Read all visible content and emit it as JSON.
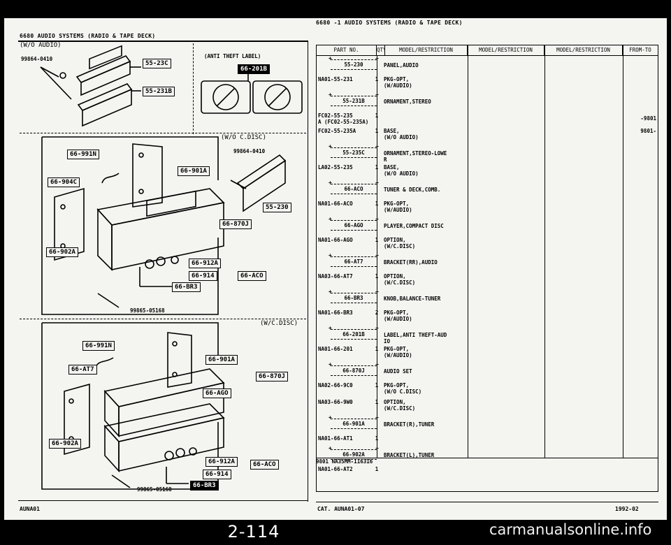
{
  "header": {
    "left_title": "6680    AUDIO SYSTEMS (RADIO & TAPE DECK)",
    "right_title": "6680 -1   AUDIO SYSTEMS (RADIO & TAPE DECK)"
  },
  "diagram": {
    "section_wo_audio": "(W/O AUDIO)",
    "section_anti_theft": "(ANTI THEFT LABEL)",
    "section_wo_cdisc": "(W/O C.DISC)",
    "section_w_cdisc": "(W/C.DISC)",
    "screw_a": "99864-0410",
    "screw_b": "99864-0410",
    "bolt_a": "99865-05168",
    "bolt_b": "99865-05168",
    "callouts": {
      "c55_23c": "55-23C",
      "c55_23b": "55-231B",
      "c66_201b": "66-201B",
      "c66_991n": "66-991N",
      "c66_904c": "66-904C",
      "c66_902a": "66-902A",
      "c66_901a": "66-901A",
      "c55_230": "55-230",
      "c66_870j": "66-870J",
      "c66_912a": "66-912A",
      "c66_914": "66-914",
      "c66_aco": "66-ACO",
      "c66_br3": "66-BR3",
      "c66_991n_b": "66-991N",
      "c66_at7": "66-AT7",
      "c66_902a_b": "66-902A",
      "c66_901a_b": "66-901A",
      "c66_870j_b": "66-870J",
      "c66_ago": "66-AGO",
      "c66_912a_b": "66-912A",
      "c66_914_b": "66-914",
      "c66_aco_b": "66-ACO",
      "c66_br3_b": "66-BR3"
    }
  },
  "table": {
    "headers": [
      "PART NO.",
      "QTY",
      "MODEL/RESTRICTION",
      "MODEL/RESTRICTION",
      "MODEL/RESTRICTION",
      "FROM-TO"
    ],
    "groups": [
      {
        "ref": "55-230",
        "ref_desc": "PANEL,AUDIO",
        "lines": [
          {
            "part": "NA01-55-231",
            "qty": "1",
            "desc": "PKG-OPT,\n(W/AUDIO)",
            "from_to": ""
          }
        ]
      },
      {
        "ref": "55-231B",
        "ref_desc": "ORNAMENT,STEREO",
        "lines": [
          {
            "part": "FC02-55-235\nA (FC02-55-235A)",
            "qty": "1",
            "desc": "",
            "from_to": "-9801"
          },
          {
            "part": "FC02-55-235A",
            "qty": "1",
            "desc": "BASE,\n(W/O AUDIO)",
            "from_to": "9801-"
          }
        ]
      },
      {
        "ref": "55-235C",
        "ref_desc": "ORNAMENT,STEREO-LOWE\nR",
        "lines": [
          {
            "part": "LA02-55-235",
            "qty": "1",
            "desc": "BASE,\n(W/O AUDIO)",
            "from_to": ""
          }
        ]
      },
      {
        "ref": "66-ACO",
        "ref_desc": "TUNER & DECK,COMB.",
        "lines": [
          {
            "part": "NA01-66-ACO",
            "qty": "1",
            "desc": "PKG-OPT,\n(W/AUDIO)",
            "from_to": ""
          }
        ]
      },
      {
        "ref": "66-AGO",
        "ref_desc": "PLAYER,COMPACT DISC",
        "lines": [
          {
            "part": "NA01-66-AGO",
            "qty": "1",
            "desc": "OPTION,\n(W/C.DISC)",
            "from_to": ""
          }
        ]
      },
      {
        "ref": "66-AT7",
        "ref_desc": "BRACKET(RR),AUDIO",
        "lines": [
          {
            "part": "NA03-66-AT7",
            "qty": "1",
            "desc": "OPTION,\n(W/C.DISC)",
            "from_to": ""
          }
        ]
      },
      {
        "ref": "66-BR3",
        "ref_desc": "KNOB,BALANCE-TUNER",
        "lines": [
          {
            "part": "NA01-66-BR3",
            "qty": "2",
            "desc": "PKG-OPT,\n(W/AUDIO)",
            "from_to": ""
          }
        ]
      },
      {
        "ref": "66-201B",
        "ref_desc": "LABEL,ANTI THEFT-AUD\nIO",
        "lines": [
          {
            "part": "NA01-66-201",
            "qty": "1",
            "desc": "PKG-OPT,\n(W/AUDIO)",
            "from_to": ""
          }
        ]
      },
      {
        "ref": "66-870J",
        "ref_desc": "AUDIO SET",
        "lines": [
          {
            "part": "NA02-66-9C0",
            "qty": "1",
            "desc": "PKG-OPT,\n(W/O C.DISC)",
            "from_to": ""
          },
          {
            "part": "NA03-66-9W0",
            "qty": "1",
            "desc": "OPTION,\n(W/C.DISC)",
            "from_to": ""
          }
        ]
      },
      {
        "ref": "66-901A",
        "ref_desc": "BRACKET(R),TUNER",
        "lines": [
          {
            "part": "NA01-66-AT1",
            "qty": "1",
            "desc": "",
            "from_to": ""
          }
        ]
      },
      {
        "ref": "66-902A",
        "ref_desc": "BRACKET(L),TUNER",
        "lines": [
          {
            "part": "NA01-66-AT2",
            "qty": "1",
            "desc": "",
            "from_to": ""
          }
        ]
      }
    ],
    "footer_note": "9801 NA35MM-116316"
  },
  "footer": {
    "left": "AUNA01",
    "middle": "CAT. AUNA01-07",
    "right": "1992-02",
    "page_number": "2-114",
    "credit": "carmanualsonline.info"
  }
}
